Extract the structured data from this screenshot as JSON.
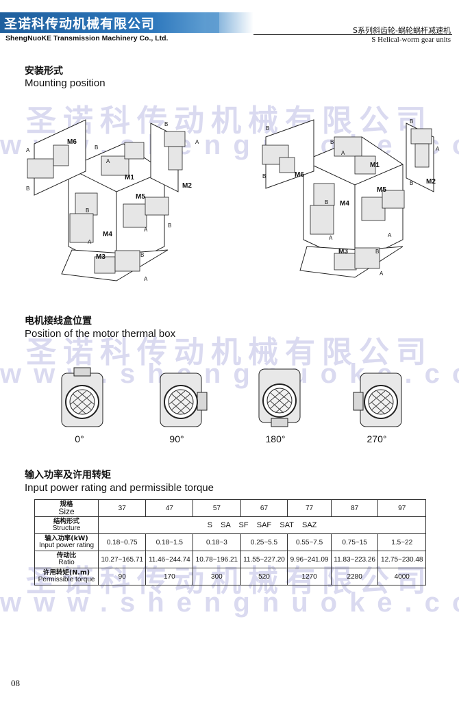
{
  "header": {
    "company_cn": "圣诺科传动机械有限公司",
    "company_en": "ShengNuoKE Transmission Machinery Co., Ltd.",
    "series_cn": "S系列斜齿轮-蜗轮蜗杆减速机",
    "series_en": "S Helical-worm gear units"
  },
  "watermark": {
    "cn": "圣诺科传动机械有限公司",
    "en": "www.shengnuoke.com"
  },
  "mounting": {
    "title_cn": "安装形式",
    "title_en": "Mounting position",
    "positions": [
      "M1",
      "M2",
      "M3",
      "M4",
      "M5",
      "M6"
    ],
    "side_a": "A",
    "side_b": "B"
  },
  "thermal": {
    "title_cn": "电机接线盒位置",
    "title_en": "Position of the motor thermal box",
    "angles": [
      "0°",
      "90°",
      "180°",
      "270°"
    ]
  },
  "power": {
    "title_cn": "输入功率及许用转矩",
    "title_en": "Input power rating and permissible torque"
  },
  "table": {
    "size_label_cn": "规格",
    "size_label_en": "Size",
    "sizes": [
      "37",
      "47",
      "57",
      "67",
      "77",
      "87",
      "97"
    ],
    "structure_label_cn": "结构形式",
    "structure_label_en": "Structure",
    "structure_value": "S    SA    SF    SAF    SAT    SAZ",
    "power_label_cn": "输入功率(kW)",
    "power_label_en": "Input power rating",
    "power": [
      "0.18~0.75",
      "0.18~1.5",
      "0.18~3",
      "0.25~5.5",
      "0.55~7.5",
      "0.75~15",
      "1.5~22"
    ],
    "ratio_label_cn": "传动比",
    "ratio_label_en": "Ratio",
    "ratio": [
      "10.27~165.71",
      "11.46~244.74",
      "10.78~196.21",
      "11.55~227.20",
      "9.96~241.09",
      "11.83~223.26",
      "12.75~230.48"
    ],
    "torque_label_cn": "许用转矩(N.m)",
    "torque_label_en": "Permissible torque",
    "torque": [
      "90",
      "170",
      "300",
      "520",
      "1270",
      "2280",
      "4000"
    ]
  },
  "page_number": "08"
}
